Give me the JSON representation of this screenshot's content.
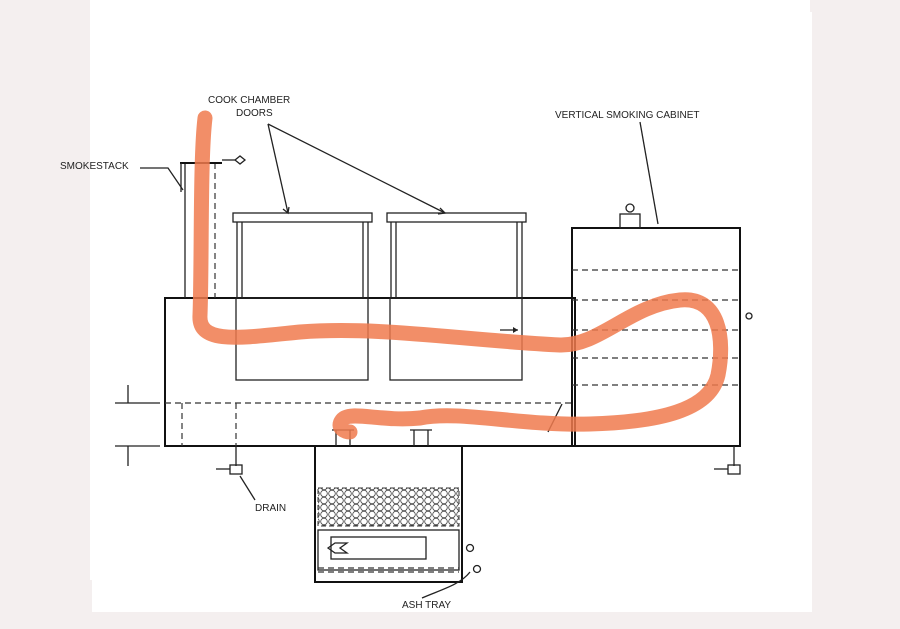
{
  "labels": {
    "cook_chamber_line1": "COOK CHAMBER",
    "cook_chamber_line2": "DOORS",
    "vertical_cabinet": "VERTICAL SMOKING CABINET",
    "smokestack": "SMOKESTACK",
    "drain": "DRAIN",
    "ash_tray": "ASH TRAY"
  },
  "colors": {
    "smoke_path": "#f07a4e",
    "line": "#222222",
    "background_smudge": "#f3eeee"
  }
}
